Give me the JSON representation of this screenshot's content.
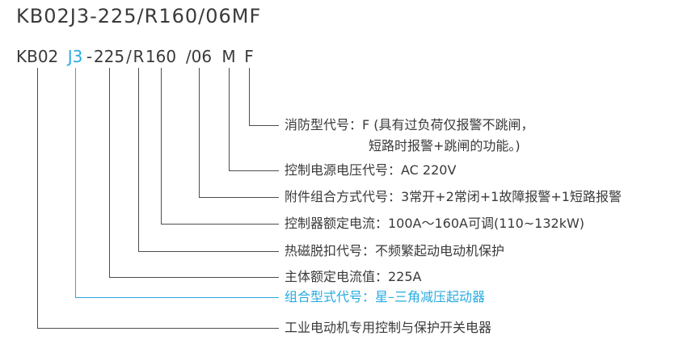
{
  "title": "KB02J3-225/R160/06MF",
  "colors": {
    "text": "#3a3a3a",
    "accent": "#29abe2",
    "line": "#4d4d4d"
  },
  "code": {
    "segments": [
      {
        "id": "kb02",
        "text": "KB02"
      },
      {
        "id": "j3",
        "text": "J3"
      },
      {
        "id": "dash",
        "text": "-"
      },
      {
        "id": "n225",
        "text": "225"
      },
      {
        "id": "slash",
        "text": "/"
      },
      {
        "id": "r",
        "text": "R"
      },
      {
        "id": "n160",
        "text": "160"
      },
      {
        "id": "s06",
        "text": "/06"
      },
      {
        "id": "m",
        "text": "M"
      },
      {
        "id": "f",
        "text": "F"
      }
    ]
  },
  "legend": {
    "f_line1": "消防型代号：F (具有过负荷仅报警不跳闸，",
    "f_line2": "短路时报警+跳闸的功能。)",
    "m": "控制电源电压代号：AC 220V",
    "a06": "附件组合方式代号：3常开+2常闭+1故障报警+1短路报警",
    "n160": "控制器额定电流：100A～160A可调(110~132kW)",
    "r": "热磁脱扣代号：不频繁起动电动机保护",
    "n225": "主体额定电流值：225A",
    "j3": "组合型式代号：星–三角减压起动器",
    "kb02": "工业电动机专用控制与保护开关电器"
  }
}
